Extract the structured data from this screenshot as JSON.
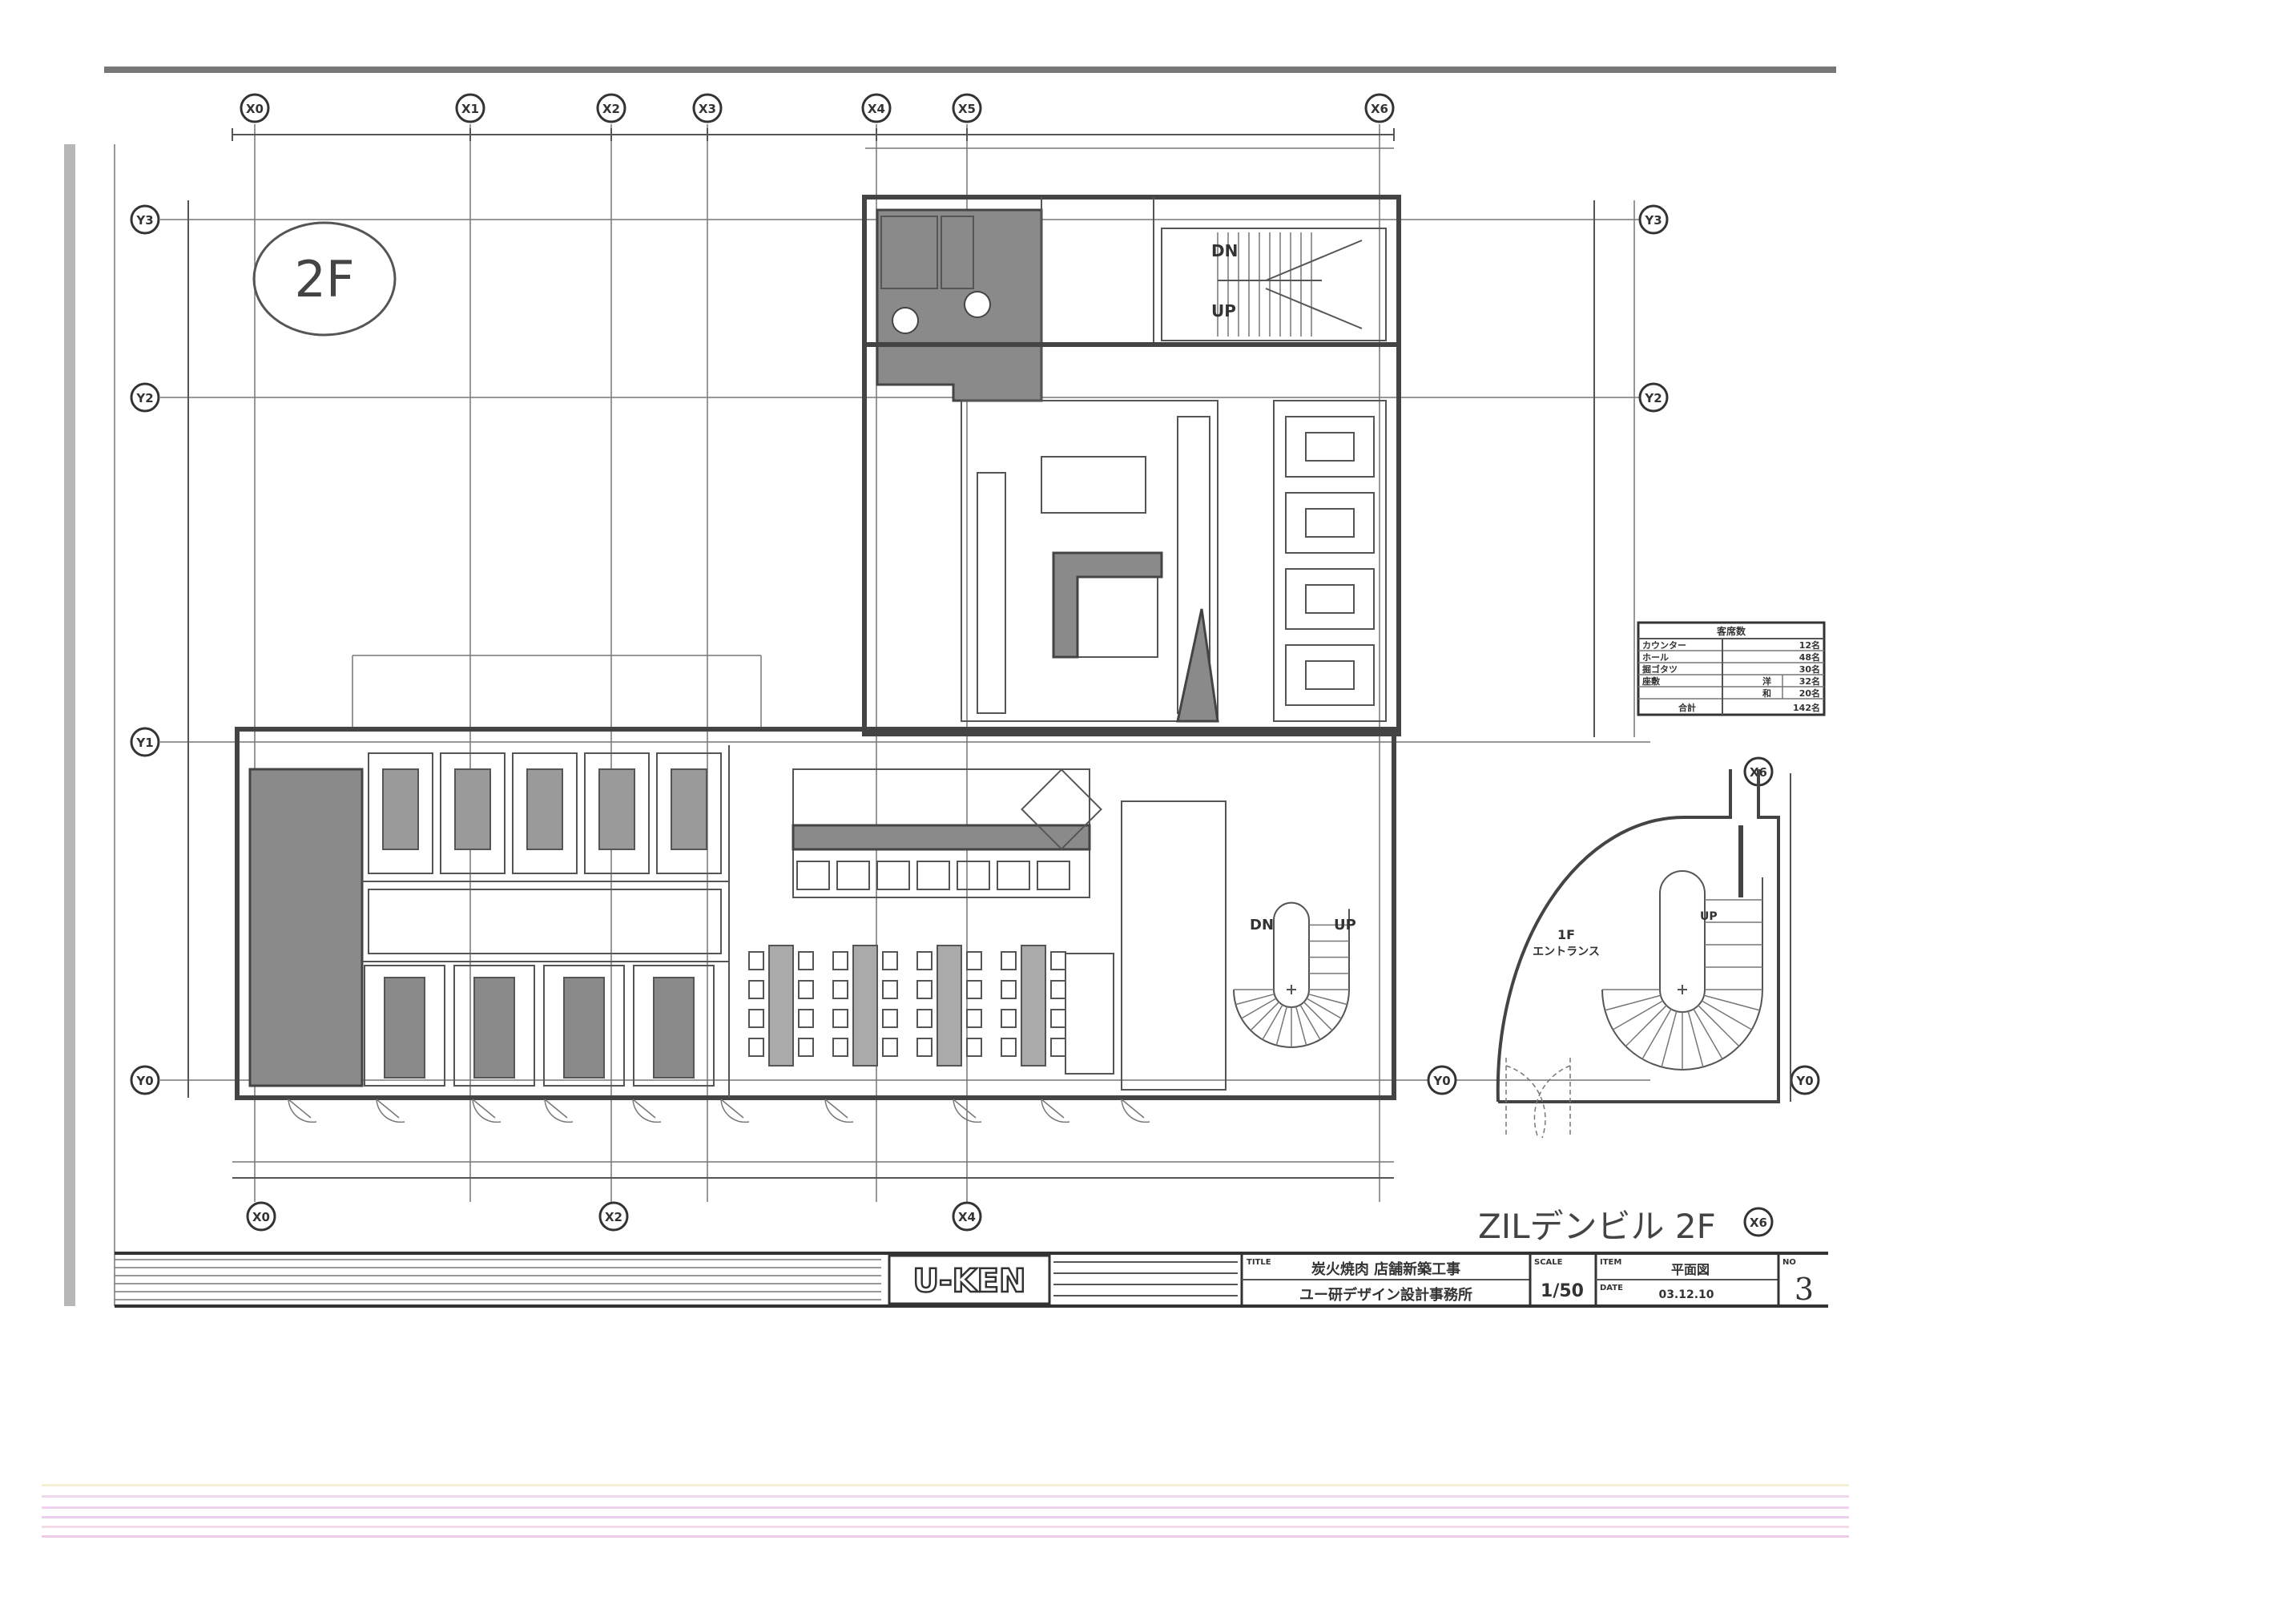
{
  "sheet": {
    "floor_note": "2F",
    "handwritten_building": "ZILデンビル 2F"
  },
  "grid": {
    "x_top": [
      "X0",
      "X1",
      "X2",
      "X3",
      "X4",
      "X5",
      "X6"
    ],
    "x_bottom": [
      "X0",
      "X2",
      "X4",
      "X6"
    ],
    "y_left": [
      "Y3",
      "Y2",
      "Y1",
      "Y0"
    ],
    "y_right": [
      "Y3",
      "Y2",
      "Y0"
    ]
  },
  "plan_labels": {
    "stair_dn": "DN",
    "stair_up": "UP",
    "entrance_floor": "1F",
    "entrance_name": "エントランス",
    "entrance_up": "UP"
  },
  "seat_table": {
    "title": "客席数",
    "rows": [
      {
        "name": "カウンター",
        "sub": "",
        "count": "12名"
      },
      {
        "name": "ホール",
        "sub": "",
        "count": "48名"
      },
      {
        "name": "掘ゴタツ",
        "sub": "",
        "count": "30名"
      },
      {
        "name": "座敷",
        "sub": "洋",
        "count": "32名"
      },
      {
        "name": "",
        "sub": "和",
        "count": "20名"
      }
    ],
    "total_label": "合計",
    "total": "142名"
  },
  "title_block": {
    "logo": "U-KEN",
    "title_label": "TITLE",
    "project": "炭火焼肉 店舗新築工事",
    "office": "ユー研デザイン設計事務所",
    "scale_label": "SCALE",
    "scale": "1/50",
    "item_label": "ITEM",
    "item": "平面図",
    "date_label": "DATE",
    "date": "03.12.10",
    "no_label": "NO",
    "no": "3"
  },
  "colors": {
    "ink": "#444444",
    "fill": "#8a8a8a",
    "stripe": "#e9c8e9"
  }
}
